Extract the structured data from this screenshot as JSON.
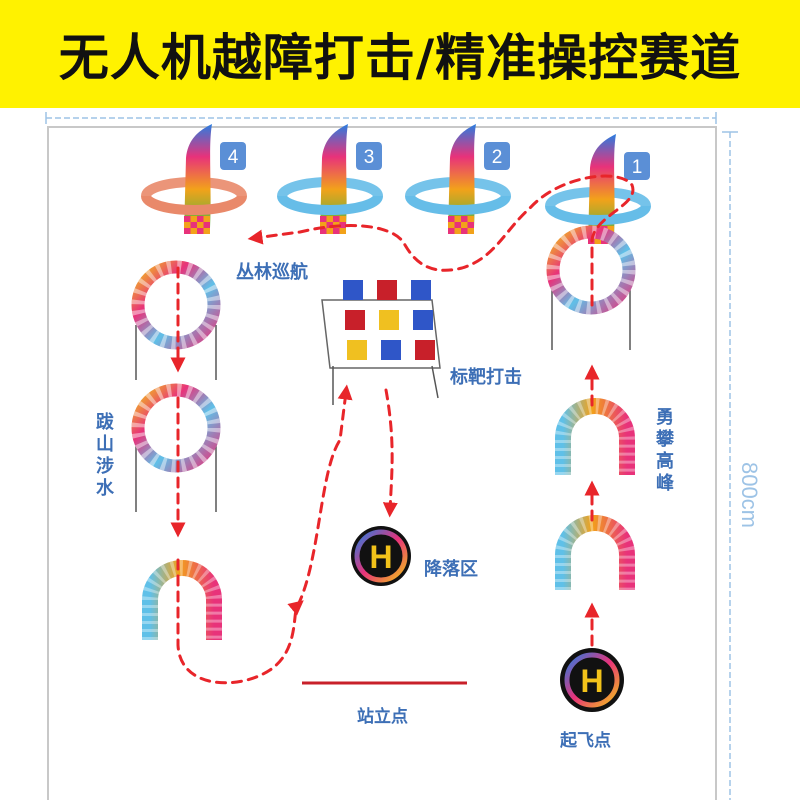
{
  "title": "无人机越障打击/精准操控赛道",
  "dimension_label": "800cm",
  "flags": [
    {
      "number": "4",
      "ring_color": "#e9896a"
    },
    {
      "number": "3",
      "ring_color": "#66bde8"
    },
    {
      "number": "2",
      "ring_color": "#66bde8"
    },
    {
      "number": "1",
      "ring_color": "#66bde8"
    }
  ],
  "zones": {
    "jungle_cruise": "丛林巡航",
    "target_strike": "标靶打击",
    "mountain_crossing": "跋山涉水",
    "climb_peaks": "勇攀高峰",
    "landing_zone": "降落区",
    "standing_point": "站立点",
    "takeoff_point": "起飞点"
  },
  "helipad_letter": "H",
  "target_board_colors": [
    [
      "#2f56c8",
      "#c8202a",
      "#2f56c8"
    ],
    [
      "#c8202a",
      "#f0c020",
      "#2f56c8"
    ],
    [
      "#f0c020",
      "#2f56c8",
      "#c8202a"
    ]
  ],
  "colors": {
    "banner": "#fff200",
    "path": "#e8252a",
    "label": "#3d6fb6",
    "dimension": "#9dc3e6"
  }
}
